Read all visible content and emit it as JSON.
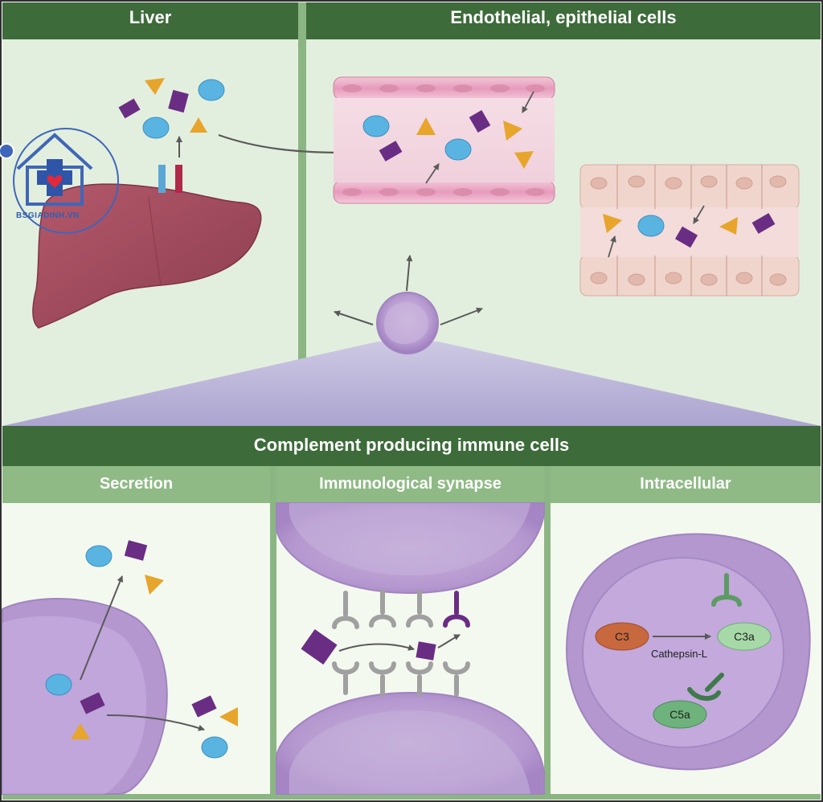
{
  "panels": {
    "liver": {
      "title": "Liver"
    },
    "endothelial": {
      "title": "Endothelial, epithelial cells"
    },
    "immune": {
      "title": "Complement producing immune cells"
    },
    "secretion": {
      "title": "Secretion"
    },
    "synapse": {
      "title": "Immunological synapse"
    },
    "intracellular": {
      "title": "Intracellular",
      "c3": "C3",
      "c3a": "C3a",
      "c5a": "C5a",
      "enzyme": "Cathepsin-L"
    }
  },
  "watermark": {
    "text": "BSGIADINH.VN"
  },
  "colors": {
    "header_dark_green": "#3d6b3a",
    "header_light_green": "#8fba86",
    "divider_green": "#8cb584",
    "panel_bg_upper": "#e3efde",
    "panel_bg_lower": "#f4f9ef",
    "cell_purple": "#b79ad0",
    "protein_purple": "#6a2d84",
    "protein_blue": "#5ab4e2",
    "protein_orange": "#e7a52b",
    "liver": "#a14a5c",
    "c3_node": "#c8683e",
    "c3a_node": "#a6d9a7",
    "c5a_node": "#6fb37c"
  }
}
